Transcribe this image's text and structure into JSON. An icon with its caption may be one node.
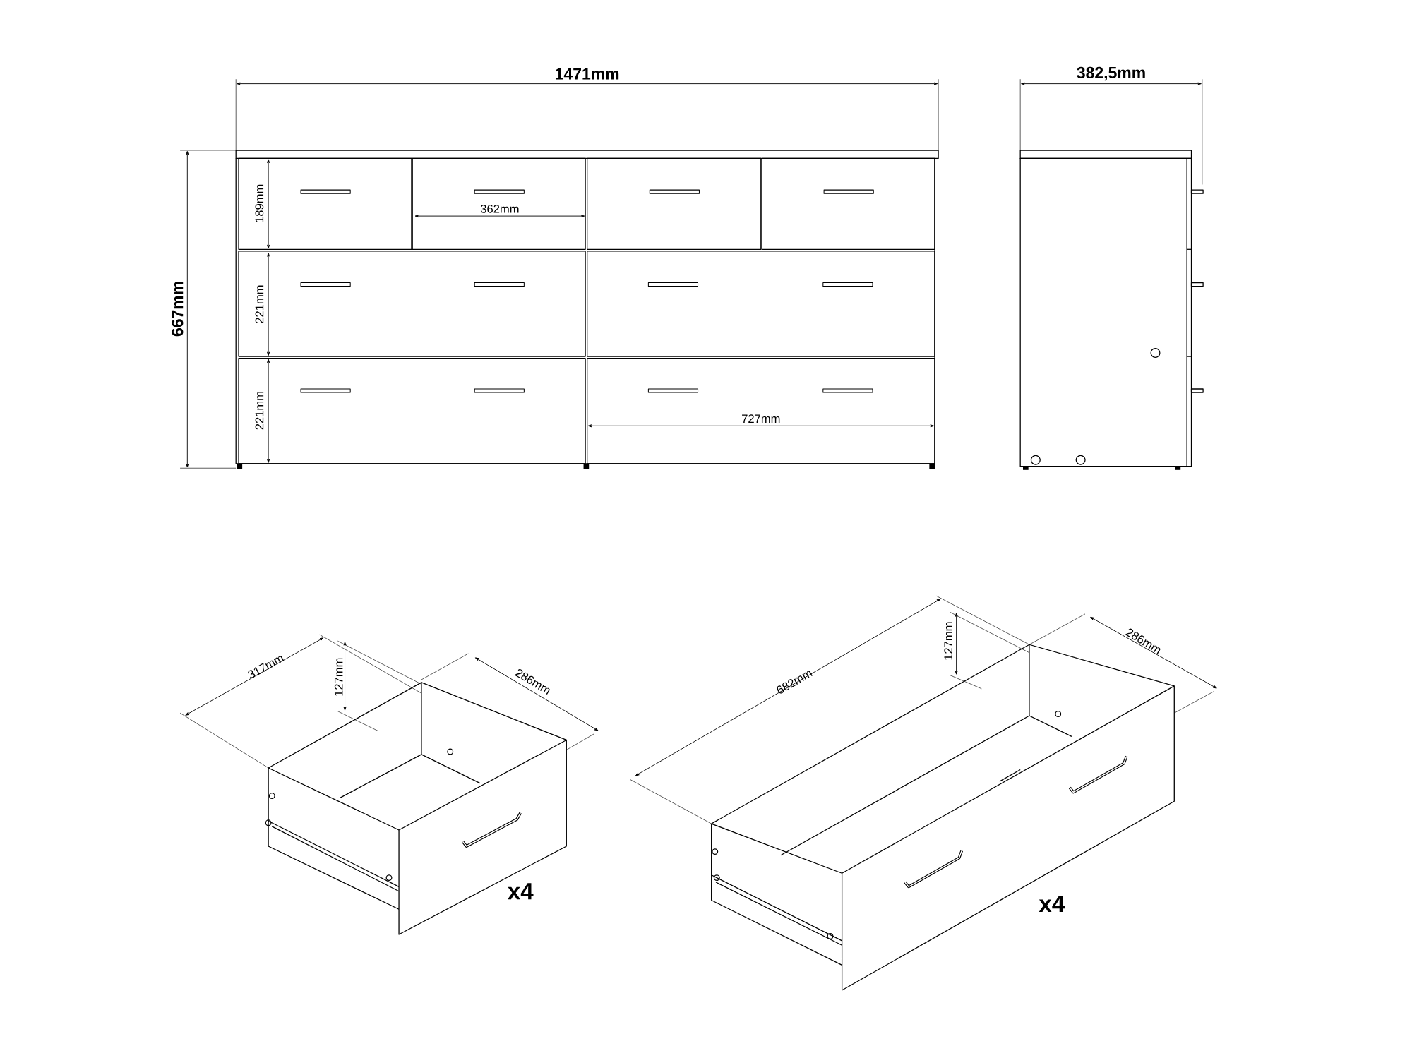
{
  "diagram": {
    "labels": [
      "1471mm",
      "382,5mm",
      "189mm",
      "362mm",
      "667mm",
      "221mm",
      "221mm",
      "727mm",
      "317mm",
      "127mm",
      "286mm",
      "682mm",
      "127mm",
      "286mm",
      "x4",
      "x4"
    ]
  }
}
